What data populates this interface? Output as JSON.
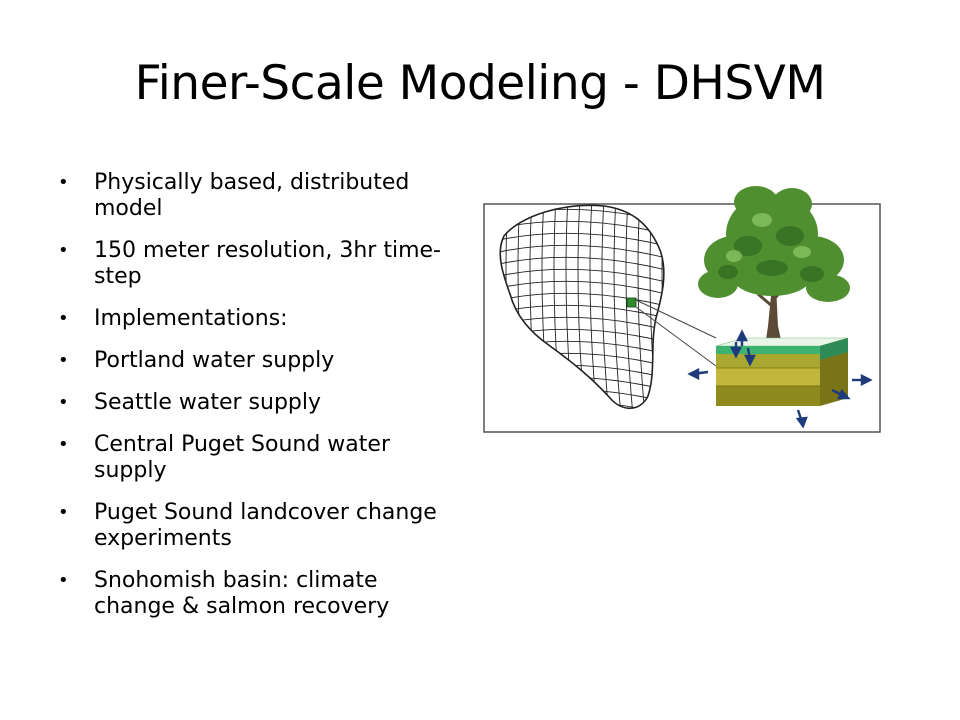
{
  "slide": {
    "title": "Finer-Scale Modeling - DHSVM",
    "bullets": [
      "Physically based, distributed model",
      "150 meter resolution, 3hr time-step",
      "Implementations:",
      "Portland water supply",
      "Seattle water supply",
      "Central Puget Sound water supply",
      "Puget Sound landcover change experiments",
      "Snohomish basin: climate change & salmon recovery"
    ],
    "bullet_glyph": "•"
  },
  "figure": {
    "colors": {
      "frame": "#555555",
      "mesh": "#222222",
      "cell_highlight": "#2e8b2e",
      "foliage": "#4f8f2f",
      "trunk": "#5a4a36",
      "surface": "#3cb371",
      "soil_top": "#a8a830",
      "soil_mid": "#c2b63c",
      "soil_bottom": "#8f8a1e",
      "arrows": "#1f3a7a"
    }
  }
}
